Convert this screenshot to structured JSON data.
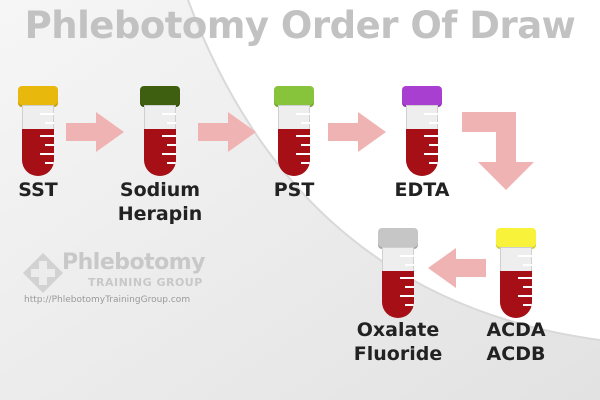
{
  "title": "Phlebotomy Order Of Draw",
  "colors": {
    "blood": "#a50f15",
    "arrow": "#f0b3b3",
    "title": "#c2c2c2",
    "label": "#222222"
  },
  "steps": [
    {
      "label_lines": [
        "SST"
      ],
      "cap_color": "#e8b80c"
    },
    {
      "label_lines": [
        "Sodium",
        "Herapin"
      ],
      "cap_color": "#3f5f10"
    },
    {
      "label_lines": [
        "PST"
      ],
      "cap_color": "#88c43b"
    },
    {
      "label_lines": [
        "EDTA"
      ],
      "cap_color": "#a93fd0"
    },
    {
      "label_lines": [
        "ACDA",
        "ACDB"
      ],
      "cap_color": "#f8f23a"
    },
    {
      "label_lines": [
        "Oxalate",
        "Fluoride"
      ],
      "cap_color": "#c6c6c6"
    }
  ],
  "logo": {
    "word": "Phlebotomy",
    "sub": "TRAINING GROUP",
    "url": "http://PhlebotomyTrainingGroup.com"
  }
}
